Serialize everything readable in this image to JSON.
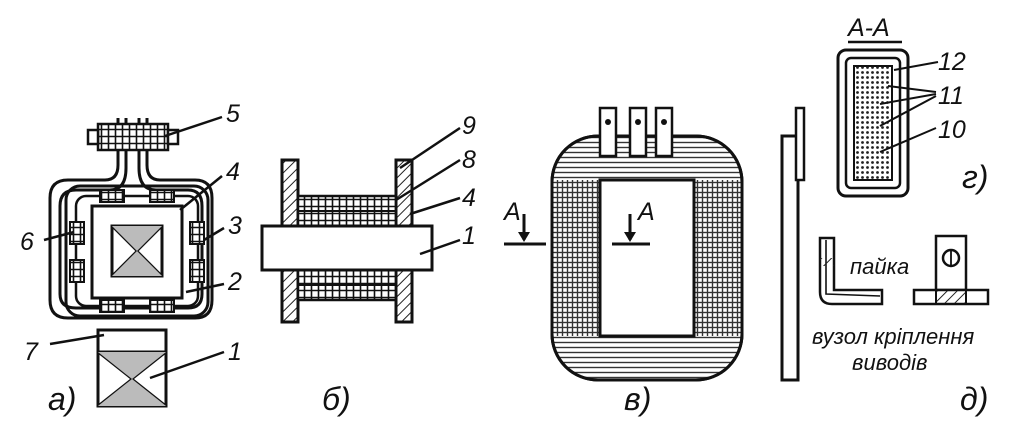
{
  "figure": {
    "parts": [
      "а)",
      "б)",
      "в)",
      "г)",
      "д)"
    ],
    "callouts_a": [
      "5",
      "4",
      "6",
      "3",
      "2",
      "7",
      "1"
    ],
    "callouts_b": [
      "9",
      "8",
      "4",
      "1"
    ],
    "callouts_g": [
      "12",
      "11",
      "10"
    ],
    "section_mark": "A",
    "section_title": "A-A",
    "solder_label": "пайка",
    "node_label_line1": "вузол кріплення",
    "node_label_line2": "виводів"
  }
}
